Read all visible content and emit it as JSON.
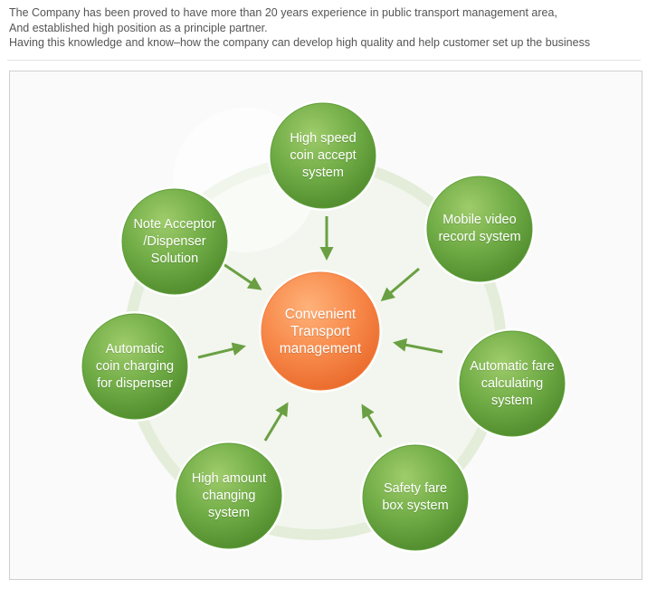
{
  "intro": {
    "line1": "The Company has been proved to have more than 20 years experience in public transport management area,",
    "line2": "And established high position as a principle partner.",
    "line3": "Having this knowledge and know–how the company can develop high quality and help customer set up the business"
  },
  "diagram": {
    "center": {
      "label": "Convenient\nTransport\nmanagement",
      "color": "#f47e3c"
    },
    "node_color": "#5f9e3a",
    "arrow_color": "#6aa043",
    "ring_color": "#e3edd9",
    "nodes": [
      {
        "id": "high-speed-coin-accept",
        "label": "High speed\ncoin accept\nsystem"
      },
      {
        "id": "mobile-video-record",
        "label": "Mobile video\nrecord system"
      },
      {
        "id": "automatic-fare-calculating",
        "label": "Automatic fare\ncalculating\nsystem"
      },
      {
        "id": "safety-fare-box",
        "label": "Safety fare\nbox system"
      },
      {
        "id": "high-amount-changing",
        "label": "High amount\nchanging\nsystem"
      },
      {
        "id": "automatic-coin-charging",
        "label": "Automatic\ncoin charging\nfor dispenser"
      },
      {
        "id": "note-acceptor-dispenser",
        "label": "Note Acceptor\n/Dispenser\nSolution"
      }
    ]
  }
}
